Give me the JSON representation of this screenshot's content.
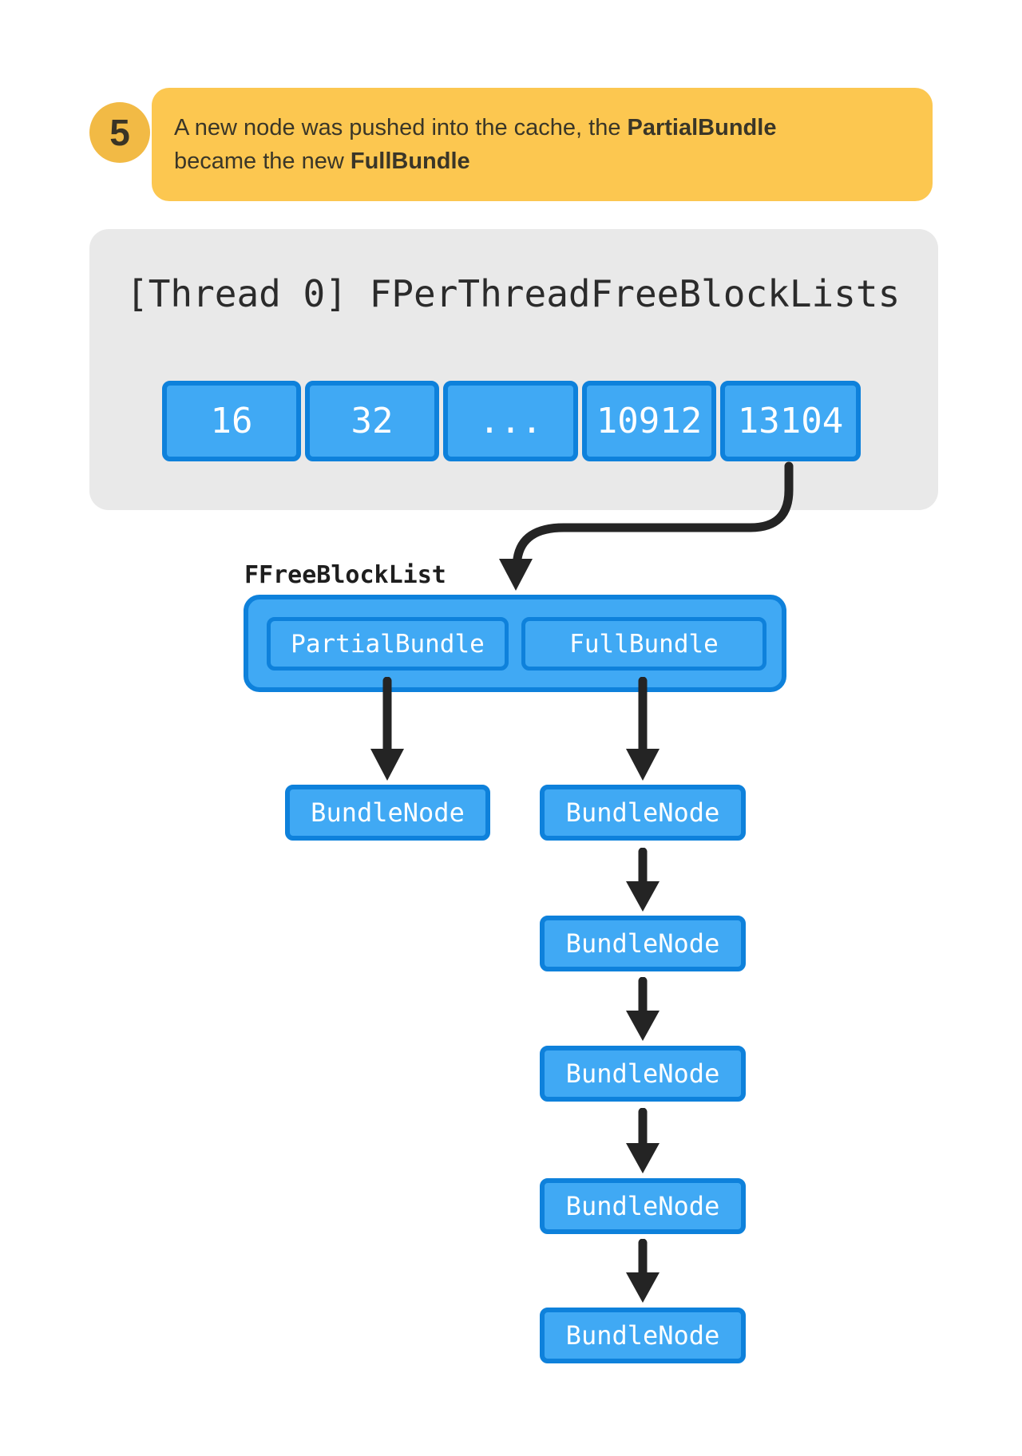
{
  "callout": {
    "step_number": "5",
    "line1_text": "A new node was pushed into the cache, the ",
    "line1_bold": "PartialBundle",
    "line2_text": "became the new ",
    "line2_bold": "FullBundle"
  },
  "panel": {
    "title": "[Thread 0] FPerThreadFreeBlockLists",
    "cells": [
      "16",
      "32",
      "...",
      "10912",
      "13104"
    ]
  },
  "free_block_list": {
    "label": "FFreeBlockList",
    "slots": [
      {
        "label": "PartialBundle"
      },
      {
        "label": "FullBundle"
      }
    ]
  },
  "partial_chain": [
    {
      "label": "BundleNode"
    }
  ],
  "full_chain": [
    {
      "label": "BundleNode"
    },
    {
      "label": "BundleNode"
    },
    {
      "label": "BundleNode"
    },
    {
      "label": "BundleNode"
    },
    {
      "label": "BundleNode"
    }
  ],
  "colors": {
    "node_fill": "#40a9f4",
    "node_border": "#0e81db",
    "panel_background": "#e9e9e9",
    "callout_background": "#fcc750",
    "step_circle_background": "#f2ba45",
    "arrow": "#242424"
  }
}
